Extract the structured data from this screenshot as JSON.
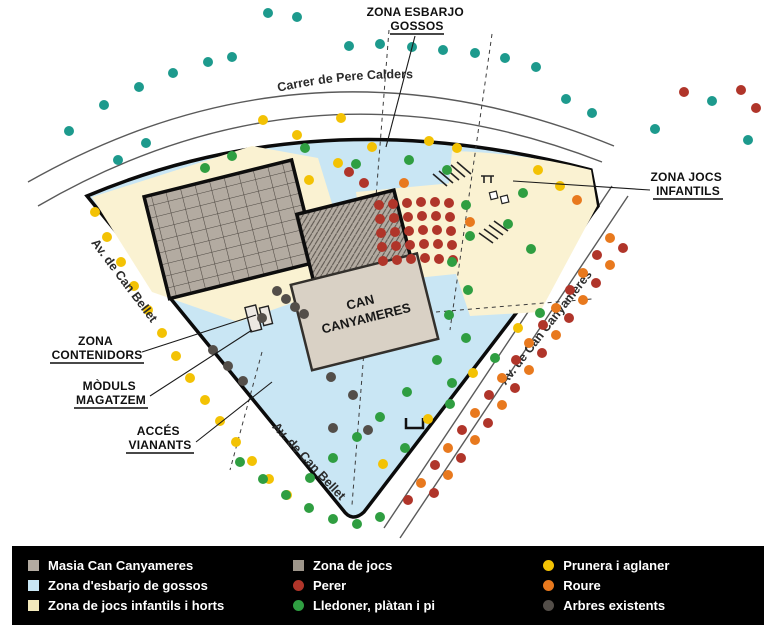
{
  "map": {
    "streets": {
      "top": "Carrer de Pere Calders",
      "left": "Av. de Can Bellet",
      "left_lower": "Av. de Can Bellet",
      "right": "Av. de Can Canyameres"
    },
    "building": {
      "line1": "CAN",
      "line2": "CANYAMERES"
    },
    "callouts": {
      "esbarjo": {
        "line1": "ZONA ESBARJO",
        "line2": "GOSSOS"
      },
      "jocs": {
        "line1": "ZONA JOCS",
        "line2": "INFANTILS"
      },
      "contenidors": {
        "line1": "ZONA",
        "line2": "CONTENIDORS"
      },
      "moduls": {
        "line1": "MÒDULS",
        "line2": "MAGATZEM"
      },
      "acces": {
        "line1": "ACCÉS",
        "line2": "VIANANTS"
      }
    },
    "colors": {
      "zona_gossos": "#c9e6f4",
      "zona_infantils_horts": "#faf2d2",
      "masia": "#b3aba1",
      "edifici": "#d9d1c5"
    },
    "dot_radius": 5,
    "dot_groups": [
      {
        "name": "perer",
        "color": "#b0352a",
        "points": [
          [
            379,
            205
          ],
          [
            393,
            204
          ],
          [
            407,
            203
          ],
          [
            421,
            202
          ],
          [
            435,
            202
          ],
          [
            449,
            203
          ],
          [
            380,
            219
          ],
          [
            394,
            218
          ],
          [
            408,
            217
          ],
          [
            422,
            216
          ],
          [
            436,
            216
          ],
          [
            450,
            217
          ],
          [
            381,
            233
          ],
          [
            395,
            232
          ],
          [
            409,
            231
          ],
          [
            423,
            230
          ],
          [
            437,
            230
          ],
          [
            451,
            231
          ],
          [
            382,
            247
          ],
          [
            396,
            246
          ],
          [
            410,
            245
          ],
          [
            424,
            244
          ],
          [
            438,
            244
          ],
          [
            452,
            245
          ],
          [
            383,
            261
          ],
          [
            397,
            260
          ],
          [
            411,
            259
          ],
          [
            425,
            258
          ],
          [
            439,
            259
          ],
          [
            453,
            260
          ],
          [
            364,
            183
          ],
          [
            349,
            172
          ],
          [
            684,
            92
          ],
          [
            741,
            90
          ],
          [
            756,
            108
          ],
          [
            597,
            255
          ],
          [
            570,
            290
          ],
          [
            543,
            325
          ],
          [
            516,
            360
          ],
          [
            489,
            395
          ],
          [
            462,
            430
          ],
          [
            435,
            465
          ],
          [
            408,
            500
          ],
          [
            623,
            248
          ],
          [
            596,
            283
          ],
          [
            569,
            318
          ],
          [
            542,
            353
          ],
          [
            515,
            388
          ],
          [
            488,
            423
          ],
          [
            461,
            458
          ],
          [
            434,
            493
          ]
        ]
      },
      {
        "name": "roure",
        "color": "#e8791e",
        "points": [
          [
            610,
            238
          ],
          [
            583,
            273
          ],
          [
            556,
            308
          ],
          [
            529,
            343
          ],
          [
            502,
            378
          ],
          [
            475,
            413
          ],
          [
            448,
            448
          ],
          [
            421,
            483
          ],
          [
            610,
            265
          ],
          [
            583,
            300
          ],
          [
            556,
            335
          ],
          [
            529,
            370
          ],
          [
            502,
            405
          ],
          [
            475,
            440
          ],
          [
            448,
            475
          ],
          [
            404,
            183
          ],
          [
            577,
            200
          ],
          [
            470,
            222
          ]
        ]
      },
      {
        "name": "prunera-aglaner",
        "color": "#f3c204",
        "points": [
          [
            95,
            212
          ],
          [
            107,
            237
          ],
          [
            121,
            262
          ],
          [
            134,
            286
          ],
          [
            148,
            310
          ],
          [
            162,
            333
          ],
          [
            176,
            356
          ],
          [
            190,
            378
          ],
          [
            205,
            400
          ],
          [
            220,
            421
          ],
          [
            236,
            442
          ],
          [
            252,
            461
          ],
          [
            269,
            479
          ],
          [
            287,
            495
          ],
          [
            263,
            120
          ],
          [
            297,
            135
          ],
          [
            341,
            118
          ],
          [
            372,
            147
          ],
          [
            429,
            141
          ],
          [
            457,
            148
          ],
          [
            538,
            170
          ],
          [
            560,
            186
          ],
          [
            383,
            464
          ],
          [
            428,
            419
          ],
          [
            473,
            373
          ],
          [
            518,
            328
          ],
          [
            309,
            180
          ],
          [
            338,
            163
          ]
        ]
      },
      {
        "name": "lledoner-platan-pi",
        "color": "#2f9e41",
        "points": [
          [
            205,
            168
          ],
          [
            232,
            156
          ],
          [
            305,
            148
          ],
          [
            356,
            164
          ],
          [
            409,
            160
          ],
          [
            447,
            170
          ],
          [
            466,
            205
          ],
          [
            470,
            236
          ],
          [
            452,
            262
          ],
          [
            468,
            290
          ],
          [
            449,
            315
          ],
          [
            466,
            338
          ],
          [
            437,
            360
          ],
          [
            452,
            383
          ],
          [
            407,
            392
          ],
          [
            380,
            417
          ],
          [
            357,
            437
          ],
          [
            333,
            458
          ],
          [
            310,
            478
          ],
          [
            523,
            193
          ],
          [
            508,
            224
          ],
          [
            531,
            249
          ],
          [
            405,
            448
          ],
          [
            450,
            404
          ],
          [
            495,
            358
          ],
          [
            540,
            313
          ],
          [
            240,
            462
          ],
          [
            263,
            479
          ],
          [
            286,
            495
          ],
          [
            309,
            508
          ],
          [
            333,
            519
          ],
          [
            357,
            524
          ],
          [
            380,
            517
          ]
        ]
      },
      {
        "name": "lledoner-platan-pi-carrer",
        "color": "#1d9a8d",
        "points": [
          [
            69,
            131
          ],
          [
            104,
            105
          ],
          [
            139,
            87
          ],
          [
            173,
            73
          ],
          [
            208,
            62
          ],
          [
            232,
            57
          ],
          [
            268,
            13
          ],
          [
            297,
            17
          ],
          [
            349,
            46
          ],
          [
            380,
            44
          ],
          [
            412,
            47
          ],
          [
            443,
            50
          ],
          [
            475,
            53
          ],
          [
            505,
            58
          ],
          [
            536,
            67
          ],
          [
            566,
            99
          ],
          [
            592,
            113
          ],
          [
            655,
            129
          ],
          [
            712,
            101
          ],
          [
            748,
            140
          ],
          [
            118,
            160
          ],
          [
            146,
            143
          ]
        ]
      },
      {
        "name": "arbres-existents",
        "color": "#534e49",
        "points": [
          [
            277,
            291
          ],
          [
            286,
            299
          ],
          [
            295,
            307
          ],
          [
            304,
            314
          ],
          [
            213,
            350
          ],
          [
            228,
            366
          ],
          [
            243,
            381
          ],
          [
            331,
            377
          ],
          [
            353,
            395
          ],
          [
            333,
            428
          ],
          [
            368,
            430
          ],
          [
            262,
            318
          ]
        ]
      }
    ]
  },
  "legend": {
    "columns": [
      {
        "items": [
          {
            "shape": "square",
            "color": "#b3aba1",
            "label": "Masia Can Canyameres"
          },
          {
            "shape": "square",
            "color": "#c9e6f4",
            "label": "Zona d'esbarjo de gossos"
          },
          {
            "shape": "square",
            "color": "#f2e9bb",
            "label": "Zona de jocs infantils i horts"
          }
        ]
      },
      {
        "items": [
          {
            "shape": "square",
            "color": "#9d958a",
            "label": "Zona de jocs"
          },
          {
            "shape": "circle",
            "color": "#b0352a",
            "label": "Perer"
          },
          {
            "shape": "circle",
            "color": "#2f9e41",
            "label": "Lledoner, plàtan i pi"
          }
        ]
      },
      {
        "items": [
          {
            "shape": "circle",
            "color": "#f3c204",
            "label": "Prunera i aglaner"
          },
          {
            "shape": "circle",
            "color": "#e8791e",
            "label": "Roure"
          },
          {
            "shape": "circle",
            "color": "#534e49",
            "label": "Arbres existents"
          }
        ]
      }
    ]
  }
}
